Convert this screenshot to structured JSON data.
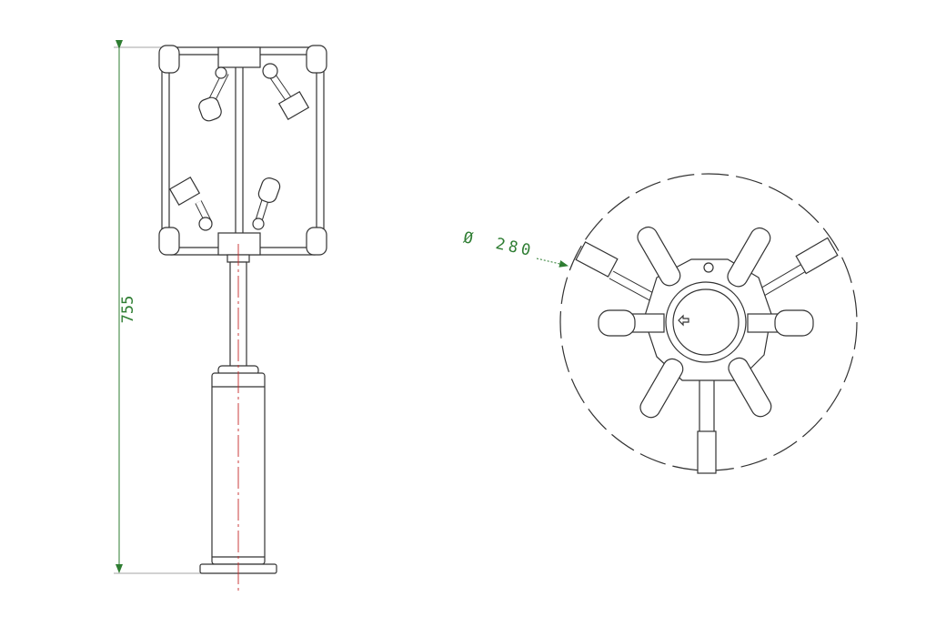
{
  "drawing": {
    "height_dimension": "755",
    "diameter_dimension": "280",
    "diameter_symbol": "Ø",
    "colors": {
      "dimension": "#2e7d32",
      "centerline": "#c62828",
      "outline": "#333333"
    }
  }
}
